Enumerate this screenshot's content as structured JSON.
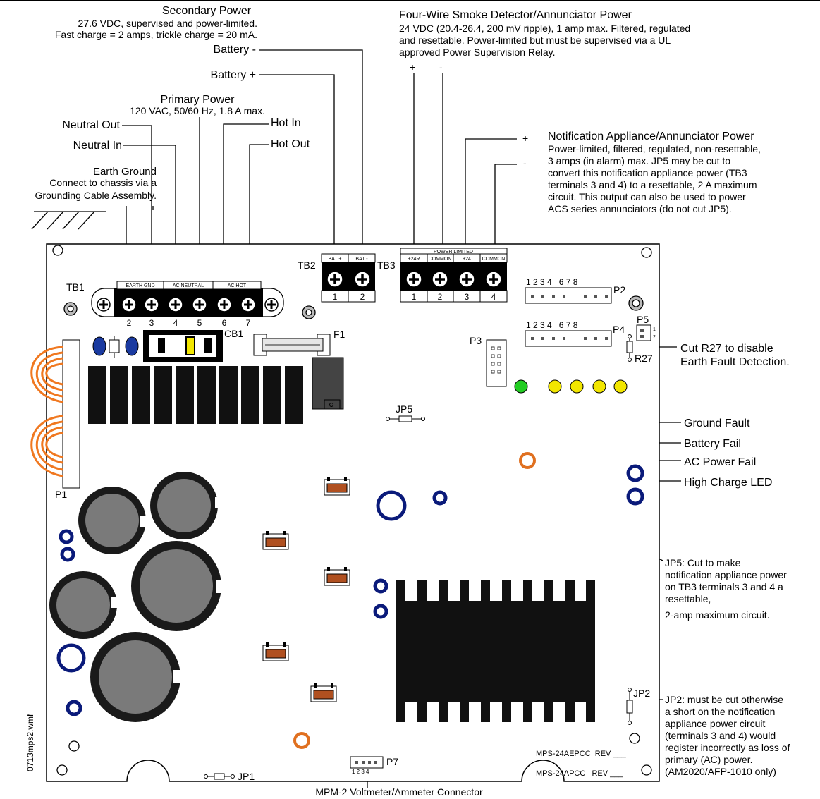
{
  "top_left": {
    "secondary_power": {
      "title": "Secondary Power",
      "line1": "27.6 VDC, supervised and power-limited.",
      "line2": "Fast charge = 2 amps, trickle charge = 20 mA."
    },
    "battery_minus": "Battery -",
    "battery_plus": "Battery +",
    "primary_power": {
      "title": "Primary Power",
      "line1": "120 VAC, 50/60 Hz, 1.8 A max."
    },
    "neutral_out": "Neutral Out",
    "neutral_in": "Neutral In",
    "hot_in": "Hot In",
    "hot_out": "Hot Out",
    "earth_ground": {
      "title": "Earth Ground",
      "line1": "Connect to chassis via a",
      "line2": "Grounding Cable Assembly."
    }
  },
  "four_wire": {
    "title": "Four-Wire Smoke Detector/Annunciator Power",
    "line1": "24 VDC (20.4-26.4, 200 mV ripple), 1 amp max.  Filtered, regulated",
    "line2": "and resettable. Power-limited but must be  supervised via a UL",
    "line3": "approved Power Supervision Relay.",
    "plus": "+",
    "minus": "-"
  },
  "notification": {
    "title": "Notification Appliance/Annunciator Power",
    "lines": [
      "Power-limited, filtered, regulated, non-resettable,",
      "3 amps (in alarm) max. JP5 may be cut to",
      "convert this notification appliance power (TB3",
      "terminals 3 and 4) to a resettable, 2 A maximum",
      "circuit. This output can also be used to power",
      "ACS series annunciators (do not cut JP5)."
    ],
    "plus": "+",
    "minus": "-"
  },
  "board": {
    "tb1": "TB1",
    "tb2": "TB2",
    "tb3": "TB3",
    "tb1_header": [
      "EARTH GND",
      "AC NEUTRAL",
      "AC HOT"
    ],
    "tb1_pins": [
      "2",
      "3",
      "4",
      "5",
      "6",
      "7"
    ],
    "tb2_header": [
      "BAT +",
      "BAT -"
    ],
    "tb2_pins": [
      "1",
      "2"
    ],
    "tb3_title": "POWER LIMITED",
    "tb3_header": [
      "+24R",
      "COMMON",
      "+24",
      "COMMON"
    ],
    "tb3_pins": [
      "1",
      "2",
      "3",
      "4"
    ],
    "cb1": "CB1",
    "f1": "F1",
    "p1": "P1",
    "p2": "P2",
    "p3": "P3",
    "p4": "P4",
    "p5": "P5",
    "p5_pins": [
      "1",
      "2"
    ],
    "p7": "P7",
    "p7_pins": "1 2 3 4",
    "p2_pins": "1 2 3 4   6 7 8",
    "p4_pins": "1 2 3 4   6 7 8",
    "jp5": "JP5",
    "jp1": "JP1",
    "jp2": "JP2",
    "r27": "R27",
    "model1": "MPS-24AEPCC  REV ___",
    "model2": "MPS-24APCC   REV ___",
    "file_id": "0713mps2.wmf"
  },
  "right_labels": {
    "cut_r27": [
      "Cut R27 to disable",
      "Earth Fault Detection."
    ],
    "ground_fault": "Ground Fault",
    "battery_fail": "Battery Fail",
    "ac_power_fail": "AC Power Fail",
    "high_charge": "High Charge LED",
    "jp5_note": [
      "JP5: Cut to make",
      "notification appliance power",
      "on TB3 terminals 3 and 4 a",
      "resettable,",
      "2-amp maximum circuit."
    ],
    "jp2_note": [
      "JP2: must be cut otherwise",
      "a short on the notification",
      "appliance power circuit",
      "(terminals 3 and 4) would",
      "register incorrectly as loss of",
      "primary (AC) power.",
      "(AM2020/AFP-1010 only)"
    ]
  },
  "bottom_label": "MPM-2 Voltmeter/Ammeter Connector",
  "colors": {
    "led_green": "#22cc22",
    "led_yellow": "#f2e600",
    "toroid": "#f07820",
    "capacitor_blue": "#0a1a7a",
    "capacitor_gray": "#7a7a7a",
    "orange_ring": "#e07020"
  }
}
